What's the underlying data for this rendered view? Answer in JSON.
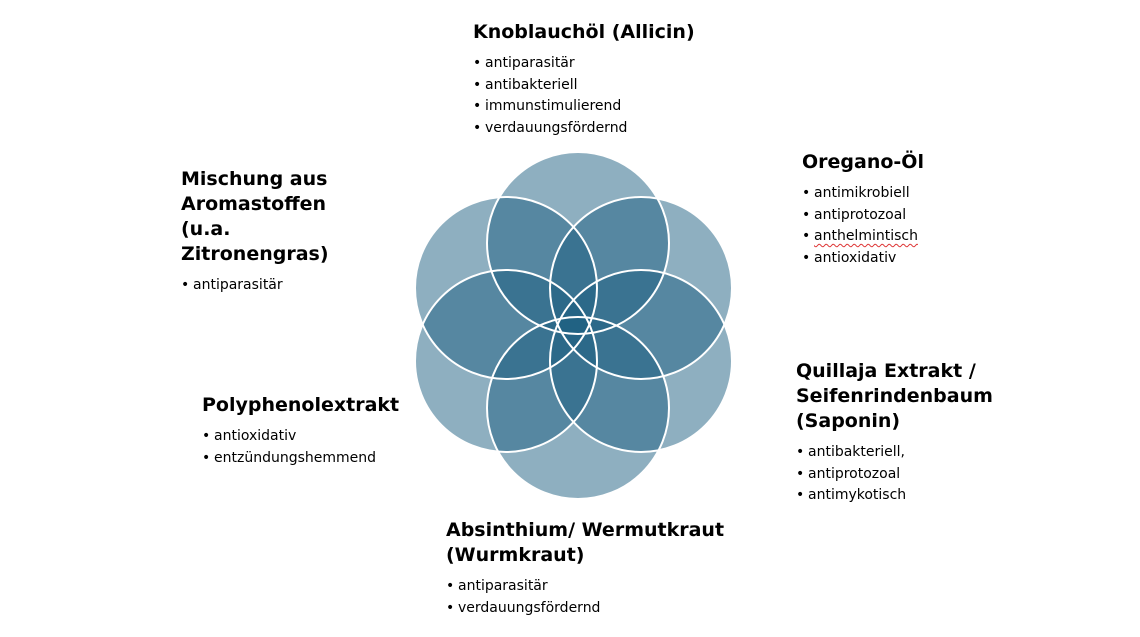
{
  "diagram": {
    "circle_fill": "#1e5f82",
    "circle_fill_opacity": 0.5,
    "circle_stroke": "#ffffff",
    "spell_underline_color": "#d33333"
  },
  "blocks": [
    {
      "id": "knoblauch",
      "title": "Knoblauchöl (Allicin)",
      "items": [
        "antiparasitär",
        "antibakteriell",
        "immunstimulierend",
        "verdauungsfördernd"
      ]
    },
    {
      "id": "oregano",
      "title": "Oregano-Öl",
      "items": [
        "antimikrobiell",
        "antiprotozoal",
        "anthelmintisch",
        "antioxidativ"
      ],
      "underlined_item": "anthelmintisch"
    },
    {
      "id": "quillaja",
      "title": "Quillaja Extrakt / Seifenrindenbaum (Saponin)",
      "items": [
        "antibakteriell,",
        "antiprotozoal",
        "antimykotisch"
      ]
    },
    {
      "id": "absinthium",
      "title": "Absinthium/ Wermutkraut (Wurmkraut)",
      "items": [
        "antiparasitär",
        "verdauungsfördernd"
      ]
    },
    {
      "id": "polyphenol",
      "title": "Polyphenolextrakt",
      "items": [
        "antioxidativ",
        "entzündungshemmend"
      ]
    },
    {
      "id": "mischung",
      "title": "Mischung aus Aromastoffen (u.a. Zitronengras)",
      "items": [
        "antiparasitär"
      ]
    }
  ]
}
